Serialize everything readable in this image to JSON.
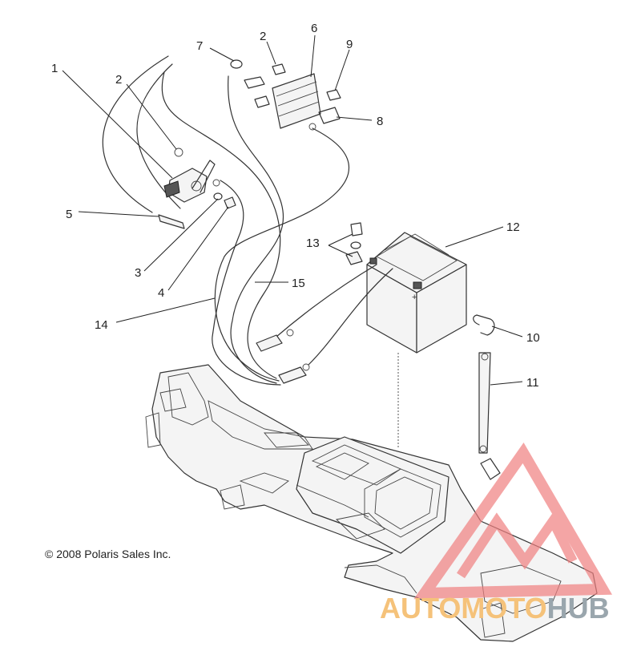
{
  "diagram": {
    "callouts": [
      {
        "id": "1",
        "label": "1"
      },
      {
        "id": "2a",
        "label": "2"
      },
      {
        "id": "2b",
        "label": "2"
      },
      {
        "id": "3",
        "label": "3"
      },
      {
        "id": "4",
        "label": "4"
      },
      {
        "id": "5",
        "label": "5"
      },
      {
        "id": "6",
        "label": "6"
      },
      {
        "id": "7",
        "label": "7"
      },
      {
        "id": "8",
        "label": "8"
      },
      {
        "id": "9",
        "label": "9"
      },
      {
        "id": "10",
        "label": "10"
      },
      {
        "id": "11",
        "label": "11"
      },
      {
        "id": "12",
        "label": "12"
      },
      {
        "id": "13",
        "label": "13"
      },
      {
        "id": "14",
        "label": "14"
      },
      {
        "id": "15",
        "label": "15"
      }
    ],
    "battery_terminal_mark": "+",
    "copyright": "© 2008 Polaris Sales Inc."
  },
  "watermark": {
    "word_part1": "AUTOMOTO",
    "word_part2": "HUB",
    "color_triangle": "#f08080",
    "color_part1": "#f5c27a",
    "color_part2": "#9aa6ad"
  }
}
